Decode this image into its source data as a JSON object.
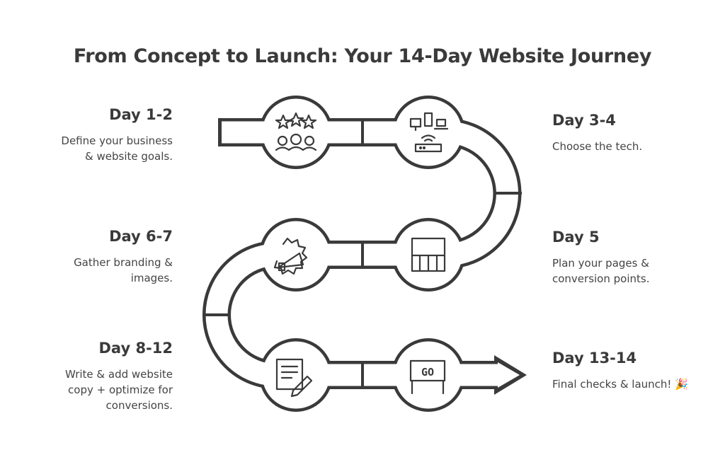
{
  "title": "From Concept to Launch: Your 14-Day Website Journey",
  "steps": [
    {
      "day": "Day 1-2",
      "text": "Define your business & website goals.",
      "icon": "stars-people-icon"
    },
    {
      "day": "Day 3-4",
      "text": "Choose the tech.",
      "icon": "devices-router-icon"
    },
    {
      "day": "Day 5",
      "text": "Plan your pages & conversion points.",
      "icon": "page-layout-icon"
    },
    {
      "day": "Day 6-7",
      "text": "Gather branding & images.",
      "icon": "megaphone-icon"
    },
    {
      "day": "Day 8-12",
      "text": "Write & add website copy + optimize for conversions.",
      "icon": "document-pencil-icon"
    },
    {
      "day": "Day 13-14",
      "text": "Final checks & launch! 🎉",
      "icon": "go-sign-icon"
    }
  ],
  "go_label": "GO",
  "colors": {
    "ink": "#3a3a3a",
    "background": "#ffffff"
  }
}
